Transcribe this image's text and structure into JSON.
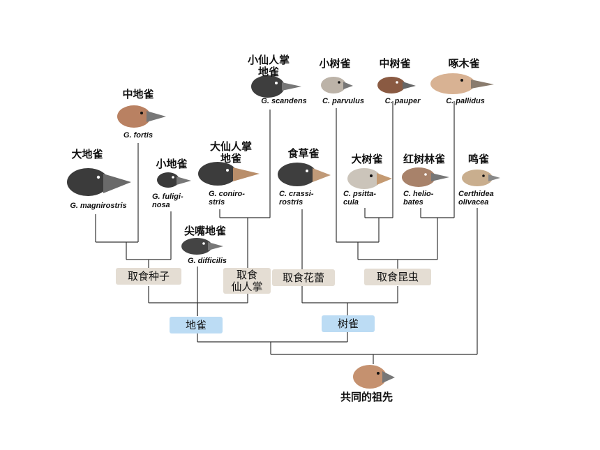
{
  "species": {
    "xiao_xianrenzhang_diquе": {
      "cn": "小仙人掌\n地雀",
      "sci": "G. scandens"
    },
    "xiao_shuque": {
      "cn": "小树雀",
      "sci": "C. parvulus"
    },
    "zhong_shuque": {
      "cn": "中树雀",
      "sci": "C. pauper"
    },
    "zhuomu_que": {
      "cn": "啄木雀",
      "sci": "C. pallidus"
    },
    "zhong_dique": {
      "cn": "中地雀",
      "sci": "G. fortis"
    },
    "da_dique": {
      "cn": "大地雀",
      "sci": "G. magnirostris"
    },
    "xiao_dique": {
      "cn": "小地雀",
      "sci": "G. fuligi-\nnosa"
    },
    "da_xianrenzhang_dique": {
      "cn": "大仙人掌\n地雀",
      "sci": "G. coniro-\nstris"
    },
    "shicao_que": {
      "cn": "食草雀",
      "sci": "C. crassi-\nrostris"
    },
    "da_shuque": {
      "cn": "大树雀",
      "sci": "C. psitta-\ncula"
    },
    "hongshulin_que": {
      "cn": "红树林雀",
      "sci": "C. helio-\nbates"
    },
    "ming_que": {
      "cn": "鸣雀",
      "sci": "Certhidea\nolivacea"
    },
    "jianzui_dique": {
      "cn": "尖嘴地雀",
      "sci": "G. difficilis"
    }
  },
  "diets": {
    "seeds": "取食种子",
    "cactus": "取食\n仙人掌",
    "buds": "取食花蕾",
    "insects": "取食昆虫"
  },
  "groups": {
    "ground": "地雀",
    "tree": "树雀"
  },
  "ancestor": "共同的祖先",
  "colors": {
    "diet_box": "#e4ddd3",
    "group_box": "#bcdcf4",
    "lines": "#333333"
  }
}
